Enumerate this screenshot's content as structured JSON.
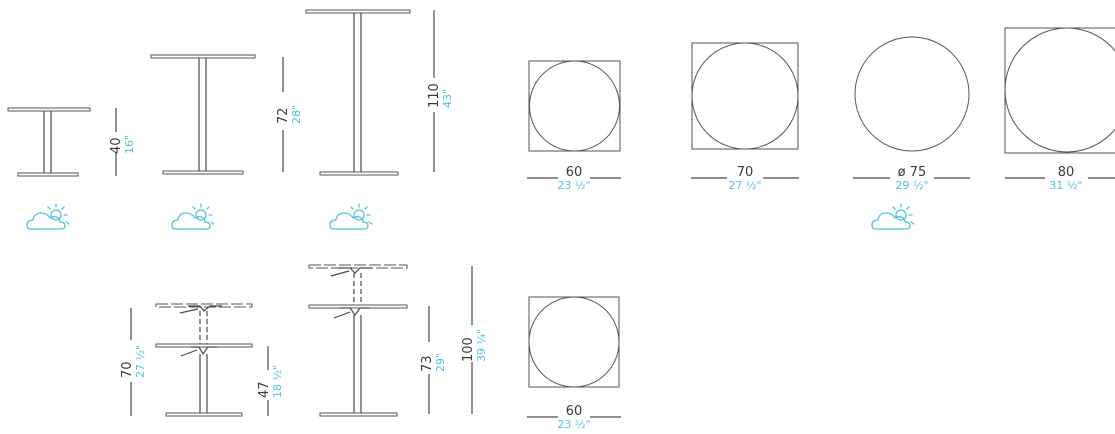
{
  "colors": {
    "line": "#4a4a4a",
    "metric": "#3a3a3a",
    "imperial": "#4fc3de"
  },
  "icons": {
    "outdoor": "cloud-sun-icon"
  },
  "heights": [
    {
      "metric": "40",
      "imperial": "16\""
    },
    {
      "metric": "72",
      "imperial": "28\""
    },
    {
      "metric": "110",
      "imperial": "43\""
    }
  ],
  "tops": [
    {
      "metric": "60",
      "imperial": "23 ½\""
    },
    {
      "metric": "70",
      "imperial": "27 ½\""
    },
    {
      "metric": "ø 75",
      "imperial": "29 ½\""
    },
    {
      "metric": "80",
      "imperial": "31 ½\""
    }
  ],
  "adjustable": [
    {
      "metric": "70",
      "imperial": "27 ½\""
    },
    {
      "metric": "47",
      "imperial": "18 ½\""
    },
    {
      "metric": "73",
      "imperial": "29\""
    },
    {
      "metric": "100",
      "imperial": "39 ¼\""
    }
  ],
  "adjustable_top": {
    "metric": "60",
    "imperial": "23 ½\""
  }
}
